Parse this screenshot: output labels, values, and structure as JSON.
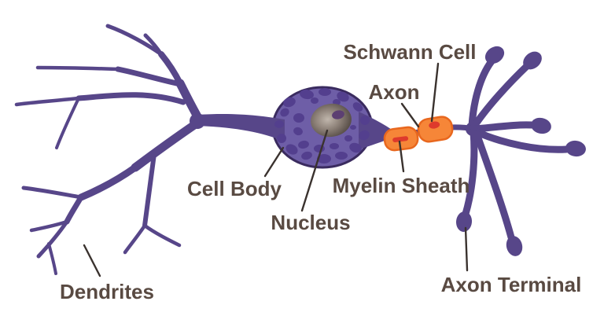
{
  "diagram": {
    "type": "labeled-diagram",
    "subject": "Neuron",
    "parts": [
      {
        "id": "dendrites",
        "label": "Dendrites"
      },
      {
        "id": "cell_body",
        "label": "Cell Body"
      },
      {
        "id": "nucleus",
        "label": "Nucleus"
      },
      {
        "id": "axon",
        "label": "Axon"
      },
      {
        "id": "schwann_cell",
        "label": "Schwann Cell"
      },
      {
        "id": "myelin_sheath",
        "label": "Myelin Sheath"
      },
      {
        "id": "axon_terminal",
        "label": "Axon Terminal"
      }
    ],
    "colors": {
      "background": "#ffffff",
      "neuron_purple": "#574689",
      "soma_fill": "#6e5ea7",
      "soma_blob": "#533f8e",
      "soma_outline": "#3a2b5f",
      "nucleus_light": "#bdb3a9",
      "nucleus_dark": "#453c37",
      "nucleolus": "#5c3f72",
      "myelin_orange": "#f68638",
      "myelin_outline": "#e8671e",
      "myelin_mark_red": "#de3a2c",
      "label_text": "#594a42",
      "pointer_line": "#3a322e"
    }
  }
}
